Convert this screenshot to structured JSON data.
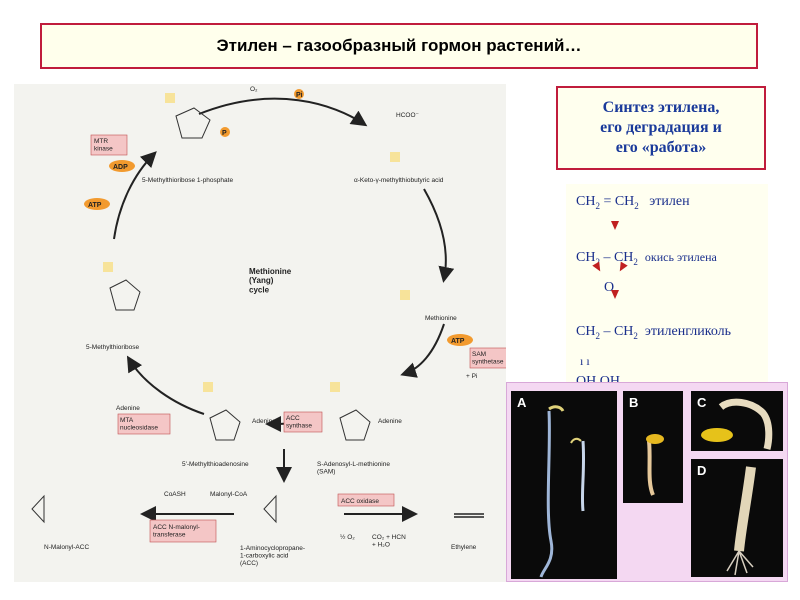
{
  "title": "Этилен – газообразный гормон растений…",
  "subtitle": {
    "line1": "Синтез этилена,",
    "line2": "его деградация и",
    "line3": "его «работа»"
  },
  "formulas": {
    "row1_ch2a": "CH",
    "row1_eq": " = CH",
    "row1_name": "этилен",
    "row2_left": "CH",
    "row2_mid": " – CH",
    "row2_name": "окись этилена",
    "row2_o": "O",
    "row3_left": "CH",
    "row3_mid": " – CH",
    "row3_name": "этиленгликоль",
    "row4_ticks": "ı         ı",
    "row4_oh": "OH    OH",
    "sub2": "2"
  },
  "diagram": {
    "center_title": "Methionine\n(Yang)\ncycle",
    "labels": {
      "mtr_ribose_p": "5-Methylthioribose 1-phosphate",
      "keto_acid": "α-Keto-γ-methylthiobutyric acid",
      "methionine": "Methionine",
      "mtr": "5-Methylthioribose",
      "mta": "5'-Methylthioadenosine",
      "sam": "S-Adenosyl-L-methionine\n(SAM)",
      "acc": "1-Aminocyclopropane-\n1-carboxylic acid\n(ACC)",
      "malonyl_acc": "N-Malonyl-ACC",
      "ethylene": "Ethylene",
      "adenine1": "Adenine",
      "adenine2": "Adenine",
      "adenine3": "Adenine",
      "hcoo": "HCOO⁻",
      "o2": "O₂",
      "coash": "CoASH",
      "malonyl_coa": "Malonyl-CoA",
      "half_o2": "½ O₂",
      "co2_hcn": "CO₂ + HCN\n+ H₂O",
      "pi_pi": "+ Pi"
    },
    "enzymes": {
      "mtr_kinase": "MTR\nkinase",
      "sam_synthetase": "SAM\nsynthetase",
      "mta_nucleosidase": "MTA\nnucleosidase",
      "acc_synthase": "ACC\nsynthase",
      "acc_oxidase": "ACC oxidase",
      "acc_malonyl": "ACC N-malonyl-\ntransferase"
    },
    "badges": {
      "adp": "ADP",
      "atp1": "ATP",
      "atp2": "ATP",
      "p": "P",
      "pi": "Pi"
    }
  },
  "photos": {
    "a": "A",
    "b": "B",
    "c": "C",
    "d": "D"
  },
  "colors": {
    "border_red": "#c01c3c",
    "title_bg": "#ffffec",
    "subtitle_text": "#1a3a9a",
    "enzyme_fill": "#f4c6c6",
    "badge_orange": "#f29a2e",
    "photo_panel": "#f4d8f2"
  }
}
